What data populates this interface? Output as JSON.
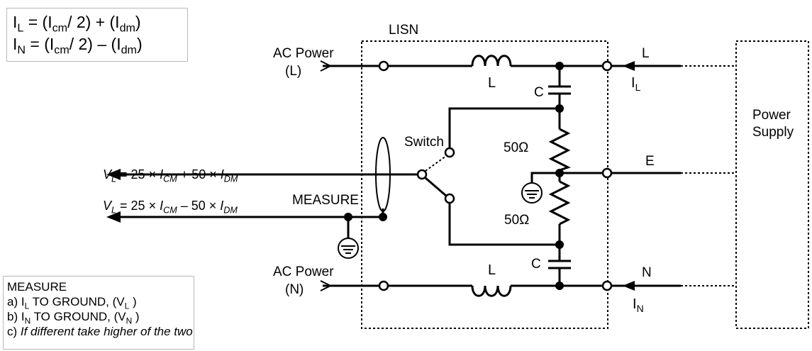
{
  "equations": {
    "line1": {
      "a": "I",
      "a_sub": "L",
      "b": " = (I",
      "b_sub": "cm",
      "c": "/ 2) + (I",
      "c_sub": "dm",
      "d": ")"
    },
    "line2": {
      "a": "I",
      "a_sub": "N",
      "b": " = (I",
      "b_sub": "cm",
      "c": "/ 2) – (I",
      "c_sub": "dm",
      "d": ")"
    }
  },
  "labels": {
    "lisn": "LISN",
    "ac_power_l": "AC Power",
    "ac_power_l_sub": "(L)",
    "ac_power_n": "AC Power",
    "ac_power_n_sub": "(N)",
    "inductor_top": "L",
    "inductor_bottom": "L",
    "cap_top": "C",
    "cap_bottom": "C",
    "res_top": "50Ω",
    "res_bottom": "50Ω",
    "switch": "Switch",
    "measure": "MEASURE",
    "line_l": "L",
    "line_e": "E",
    "line_n": "N",
    "current_l": "I",
    "current_l_sub": "L",
    "current_n": "I",
    "current_n_sub": "N",
    "power_supply_1": "Power",
    "power_supply_2": "Supply"
  },
  "formulas": {
    "vl1": {
      "v": "V",
      "v_sub": "L",
      "rest": " = 25 × ",
      "i1": "I",
      "i1_sub": "CM",
      "mid": " + 50 × ",
      "i2": "I",
      "i2_sub": "DM"
    },
    "vl2": {
      "v": "V",
      "v_sub": "L",
      "rest": " = 25 × ",
      "i1": "I",
      "i1_sub": "CM",
      "mid": " – 50 × ",
      "i2": "I",
      "i2_sub": "DM"
    }
  },
  "measure_box": {
    "title": "MEASURE",
    "a_pre": "a) I",
    "a_sub": "L",
    "a_mid": " TO GROUND, (V",
    "a_sub2": "L",
    "a_end": " )",
    "b_pre": "b) I",
    "b_sub": "N",
    "b_mid": " TO GROUND, (V",
    "b_sub2": "N",
    "b_end": " )",
    "c_pre": "c) ",
    "c_italic": "If different take higher of the two"
  }
}
